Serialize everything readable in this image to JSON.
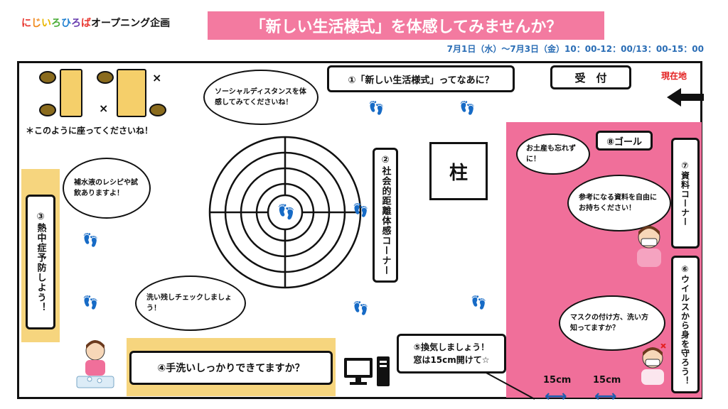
{
  "header": {
    "brand_colored": [
      "に",
      "じ",
      "い",
      "ろ",
      "ひ",
      "ろ",
      "ば"
    ],
    "brand_rest": "オープニング企画",
    "headline": "「新しい生活様式」を体感してみませんか？",
    "dates": "7月1日（水）～7月3日（金）10：00-12：00/13：00-15：00"
  },
  "floor": {
    "seating_note": "＊このように座ってくださいね！",
    "x_mark": "×",
    "pillar": "柱",
    "reception": "受　付",
    "current_location": "現在地",
    "station1": "①「新しい生活様式」ってなあに？",
    "station2": "②社会的距離体感コーナー",
    "station3": "③熱中症予防しよう！",
    "station4": "④手洗いしっかりできてますか？",
    "station5_line1": "⑤換気しましょう！",
    "station5_line2": "窓は15cm開けて☆",
    "station6": "⑥ウイルスから身を守ろう！",
    "station7": "⑦資料コーナー",
    "station8": "⑧ゴール",
    "width1": "15cm",
    "width2": "15cm"
  },
  "bubbles": {
    "distance": "ソーシャルディスタンスを体感してみてくださいね！",
    "drink": "補水液のレシピや試飲ありますよ！",
    "wash": "洗い残しチェックしましょう！",
    "souvenir": "お土産も忘れずに！",
    "materials": "参考になる資料を自由にお持ちください！",
    "mask": "マスクの付け方、洗い方知ってますか？"
  },
  "colors": {
    "headline_bg": "#f37aa0",
    "pink_zone": "#f06f9a",
    "yellow_zone": "#f6d57e",
    "date_text": "#2a6db5"
  }
}
